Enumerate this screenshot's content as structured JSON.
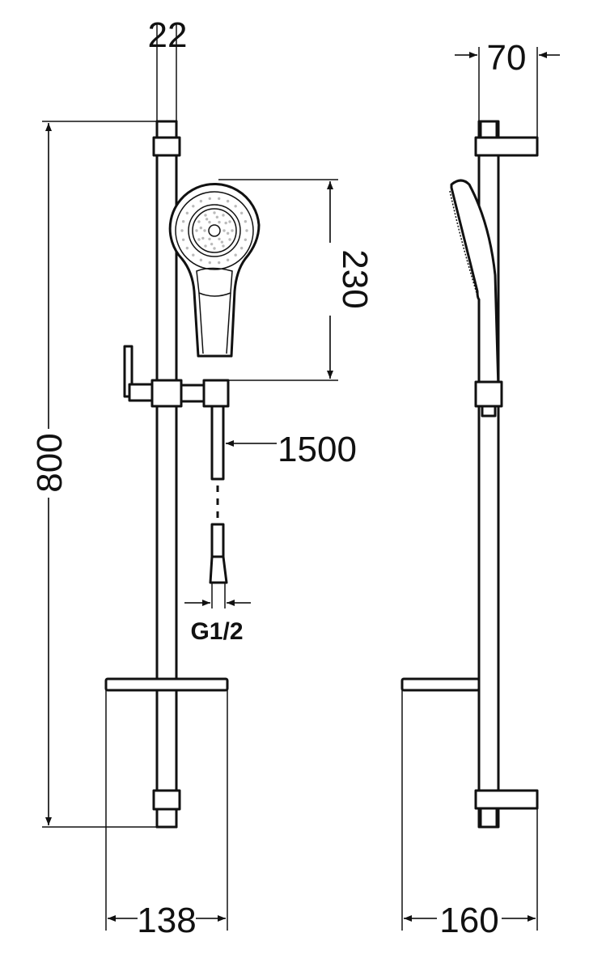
{
  "title": "Shower rail set technical drawing",
  "dimensions": {
    "rail_width": "22",
    "bracket_depth": "70",
    "head_height": "230",
    "rail_height": "800",
    "hose_length": "1500",
    "thread": "G1/2",
    "front_width": "138",
    "side_width": "160"
  },
  "units": "mm"
}
